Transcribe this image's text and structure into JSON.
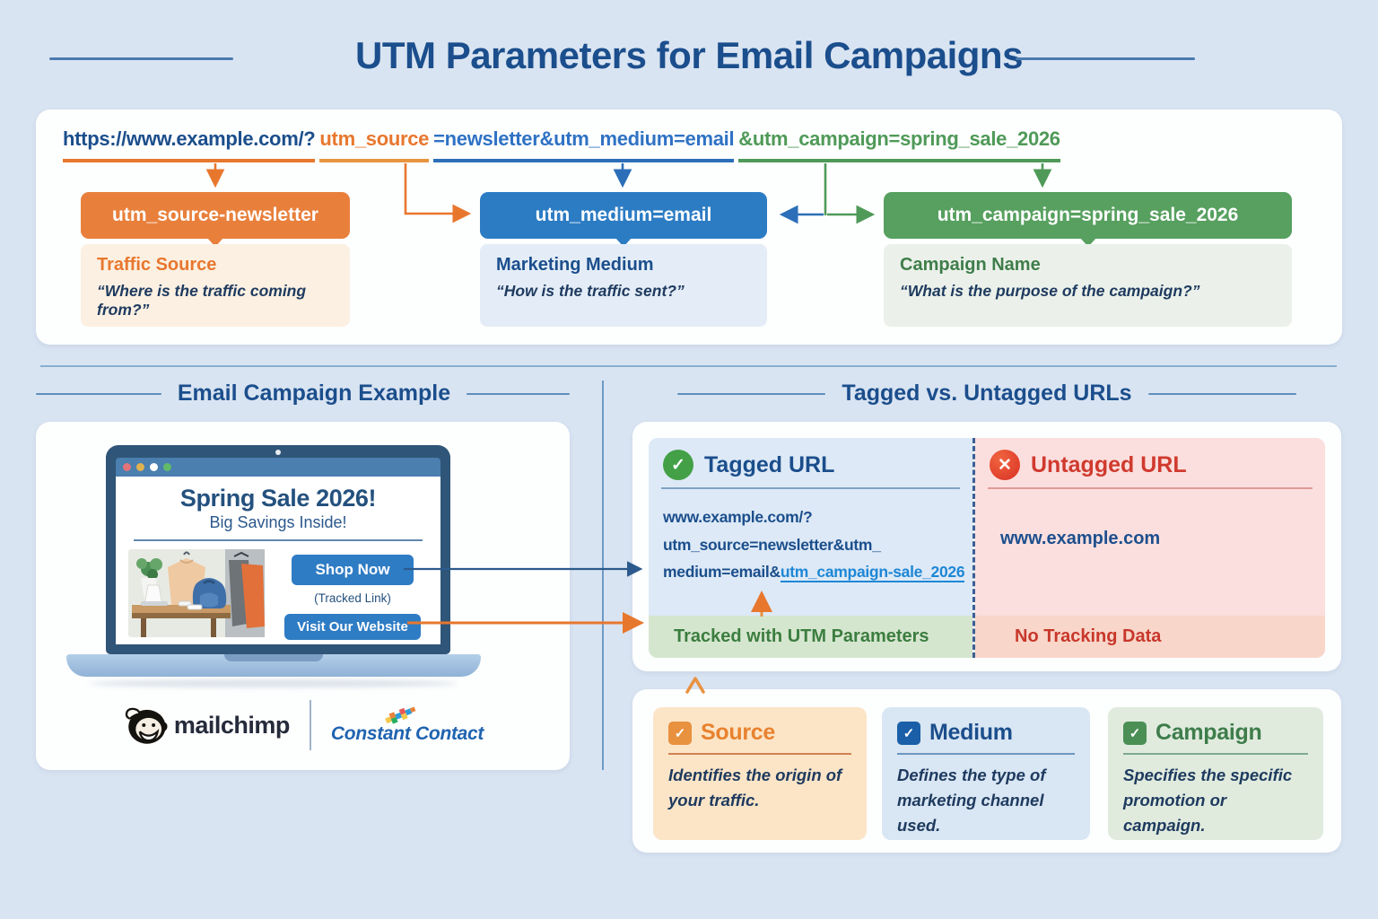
{
  "title": "UTM Parameters for Email Campaigns",
  "url_bar": {
    "segments": [
      {
        "name": "protocol_and_domain",
        "text": "https://www.example.com/?",
        "color": "#1b4e8c"
      },
      {
        "name": "source_param",
        "text": "utm_source",
        "color": "#e8772e"
      },
      {
        "name": "medium_part",
        "text": "=newsletter&utm_medium=email",
        "color": "#2f72c4"
      },
      {
        "name": "campaign_part",
        "text": "&utm_campaign=spring_sale_2026",
        "color": "#4f9a58"
      }
    ]
  },
  "params": [
    {
      "chip": "utm_source-newsletter",
      "name": "Traffic Source",
      "question": "“Where is the traffic coming from?”",
      "color": "#e8803c"
    },
    {
      "chip": "utm_medium=email",
      "name": "Marketing Medium",
      "question": "“How is the traffic sent?”",
      "color": "#2c7cc4"
    },
    {
      "chip": "utm_campaign=spring_sale_2026",
      "name": "Campaign Name",
      "question": "“What is the purpose of the campaign?”",
      "color": "#57a05f"
    }
  ],
  "sections": {
    "left": "Email Campaign Example",
    "right": "Tagged vs. Untagged URLs"
  },
  "email_example": {
    "heading": "Spring Sale 2026!",
    "subheading": "Big Savings Inside!",
    "shop_button": "Shop Now",
    "tracked_note": "(Tracked Link)",
    "visit_button": "Visit Our Website",
    "logos": {
      "mailchimp": "mailchimp",
      "constant_contact": "Constant Contact"
    }
  },
  "comparison": {
    "tagged": {
      "title": "Tagged URL",
      "url_line1": "www.example.com/?",
      "url_line2": "utm_source=newsletter&utm_",
      "url_line3_plain": "medium=email&",
      "url_line3_highlight": "utm_campaign-sale_2026",
      "footer": "Tracked with UTM Parameters"
    },
    "untagged": {
      "title": "Untagged URL",
      "url": "www.example.com",
      "footer": "No Tracking Data"
    }
  },
  "legend_cards": [
    {
      "title": "Source",
      "desc": "Identifies the origin of your traffic."
    },
    {
      "title": "Medium",
      "desc": "Defines the type of marketing channel used."
    },
    {
      "title": "Campaign",
      "desc": "Specifies the specific promotion or campaign."
    }
  ],
  "icons": {
    "check_glyph": "✓",
    "x_glyph": "✕"
  },
  "colors": {
    "background": "#d9e4f2",
    "navy": "#1b4e8c",
    "accent_orange": "#e8803c",
    "accent_blue": "#2c7cc4",
    "accent_green": "#57a05f",
    "tracked_green": "#3b7d3f",
    "error_red": "#d03a2e"
  }
}
